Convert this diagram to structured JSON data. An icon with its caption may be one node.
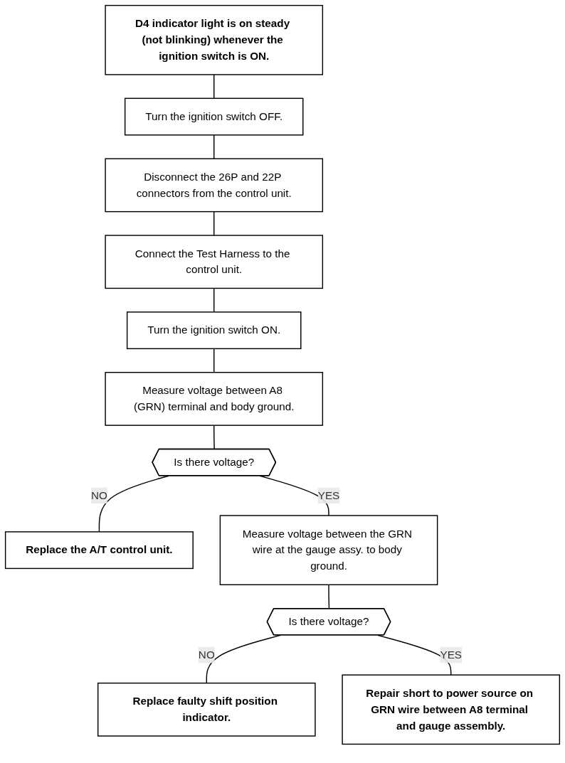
{
  "diagram": {
    "nodes": [
      {
        "text": [
          "D4 indicator light is on steady (not blinking) whenever the ignition switch is ON."
        ]
      },
      {
        "text": [
          "Turn the ignition switch OFF."
        ]
      },
      {
        "text": [
          "Disconnect the 26P and 22P connectors from the control unit."
        ]
      },
      {
        "text": [
          "Connect the Test Harness to the control unit."
        ]
      },
      {
        "text": [
          "Turn the ignition switch ON."
        ]
      },
      {
        "text": [
          "Measure voltage between A8 (GRN) terminal and body ground."
        ]
      },
      {
        "text": [
          "Is there voltage?"
        ]
      },
      {
        "text": [
          "Replace the A/T control unit."
        ]
      },
      {
        "text": [
          "Measure voltage between the GRN wire at the gauge assy. to body ground."
        ]
      },
      {
        "text": [
          "Is there voltage?"
        ]
      },
      {
        "text": [
          "Replace faulty shift position indicator."
        ]
      },
      {
        "text": [
          "Repair short to power source on GRN wire between A8 terminal and gauge assembly."
        ]
      }
    ],
    "edges": [
      {
        "from": 0,
        "to": 1,
        "arrow": "none"
      },
      {
        "from": 1,
        "to": 2,
        "arrow": "none"
      },
      {
        "from": 2,
        "to": 3,
        "arrow": "none"
      },
      {
        "from": 3,
        "to": 4,
        "arrow": "none"
      },
      {
        "from": 4,
        "to": 5,
        "arrow": "none"
      },
      {
        "from": 5,
        "to": 6,
        "arrow": "none"
      },
      {
        "from": 6,
        "to": 7,
        "arrow": "none",
        "label": "NO"
      },
      {
        "from": 6,
        "to": 8,
        "arrow": "none",
        "label": "YES"
      },
      {
        "from": 8,
        "to": 9,
        "arrow": "none"
      },
      {
        "from": 9,
        "to": 10,
        "arrow": "none",
        "label": "NO"
      },
      {
        "from": 9,
        "to": 11,
        "arrow": "none",
        "label": "YES"
      }
    ]
  }
}
